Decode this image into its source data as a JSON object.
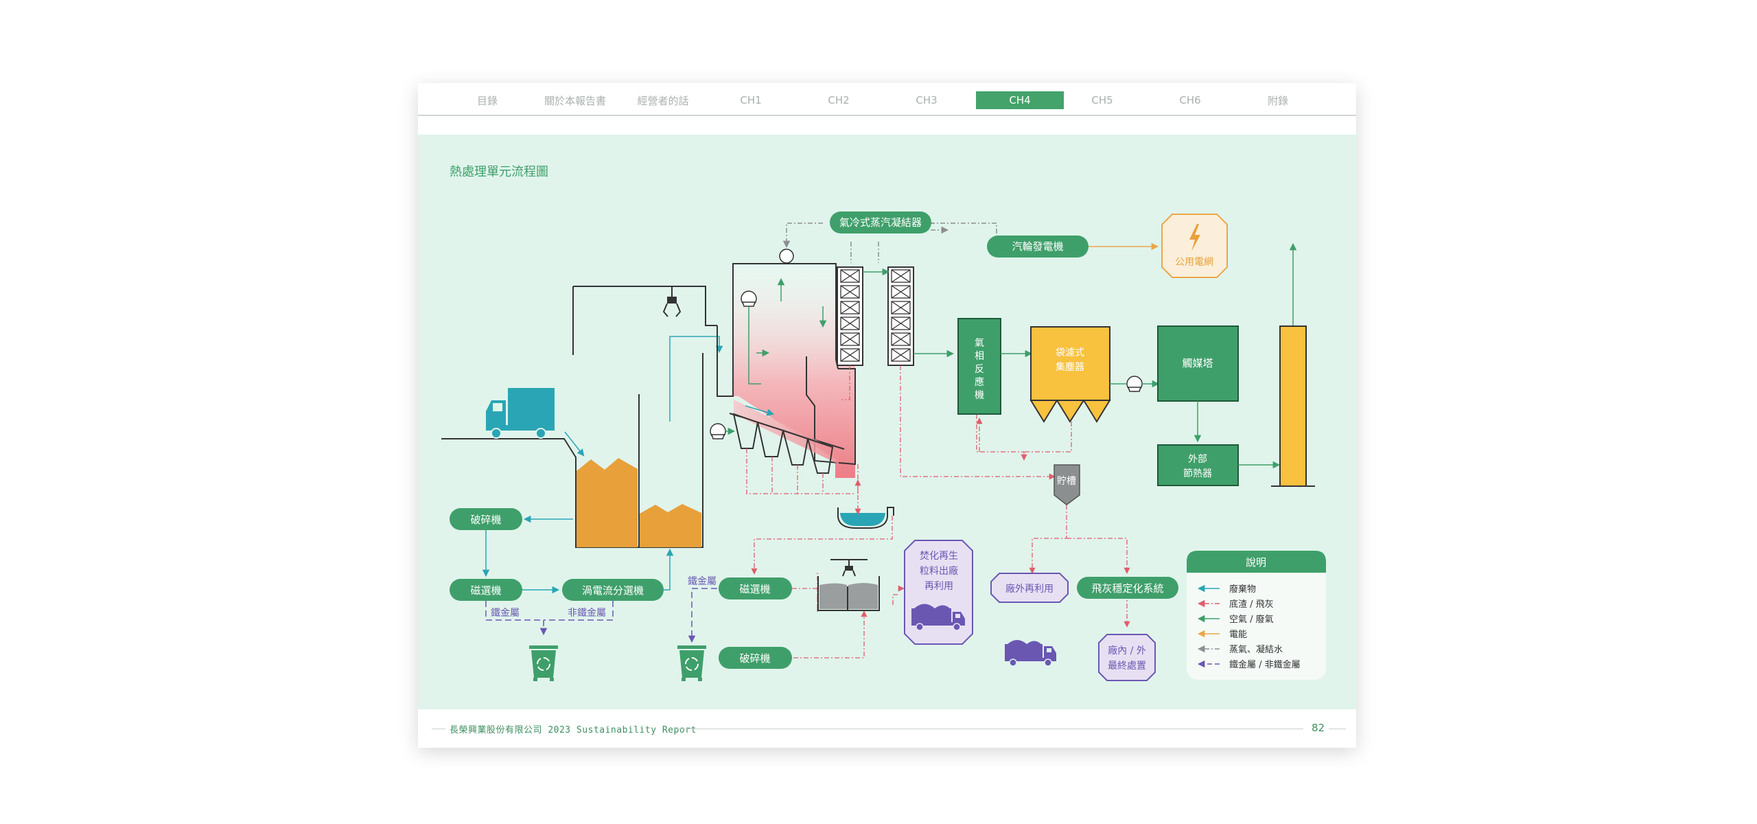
{
  "nav": {
    "tabs": [
      {
        "label": "目錄"
      },
      {
        "label": "關於本報告書"
      },
      {
        "label": "經營者的話"
      },
      {
        "label": "CH1"
      },
      {
        "label": "CH2"
      },
      {
        "label": "CH3"
      },
      {
        "label": "CH4",
        "active": true
      },
      {
        "label": "CH5"
      },
      {
        "label": "CH6"
      },
      {
        "label": "附錄"
      }
    ]
  },
  "diagram": {
    "title": "熱處理單元流程圖",
    "nodes": {
      "condenser": "氣冷式蒸汽凝結器",
      "turbine": "汽輪發電機",
      "grid": "公用電網",
      "gas_reactor": [
        "氣",
        "相",
        "反",
        "應",
        "機"
      ],
      "bag_filter": [
        "袋濾式",
        "集塵器"
      ],
      "catalyst": "觸媒塔",
      "heat_exchanger": [
        "外部",
        "節熱器"
      ],
      "silo": "貯槽",
      "crusher_left": "破碎機",
      "magnet_left": "磁選機",
      "eddy": "渦電流分選機",
      "ferrous_left": "鐵金屬",
      "nonferrous": "非鐵金屬",
      "ferrous_mid": "鐵金屬",
      "magnet_mid": "磁選機",
      "crusher_mid": "破碎機",
      "recycled_aggregate": [
        "焚化再生",
        "粒料出廠",
        "再利用"
      ],
      "offsite_reuse": "廠外再利用",
      "fly_ash_system": "飛灰穩定化系統",
      "final_disposal": [
        "廠內 / 外",
        "最終處置"
      ]
    },
    "legend": {
      "title": "說明",
      "items": [
        {
          "label": "廢棄物",
          "color": "#2aa5b5",
          "style": "solid"
        },
        {
          "label": "底渣 / 飛灰",
          "color": "#e05d6b",
          "style": "dashdot"
        },
        {
          "label": "空氣 / 廢氣",
          "color": "#3f9f6a",
          "style": "solid"
        },
        {
          "label": "電能",
          "color": "#eba64a",
          "style": "solid"
        },
        {
          "label": "蒸氣、凝結水",
          "color": "#8c8f8f",
          "style": "dashdot"
        },
        {
          "label": "鐵金屬 / 非鐵金屬",
          "color": "#6a57b2",
          "style": "dashed"
        }
      ]
    }
  },
  "footer": {
    "company": "長榮興業股份有限公司 2023 Sustainability Report",
    "page": "82"
  },
  "colors": {
    "green": "#3f9f6a",
    "teal": "#2aa5b5",
    "red": "#e05d6b",
    "orange": "#e9a03c",
    "yellow": "#f8c13e",
    "purple": "#6a57b2",
    "panel": "#e0f4ec"
  }
}
